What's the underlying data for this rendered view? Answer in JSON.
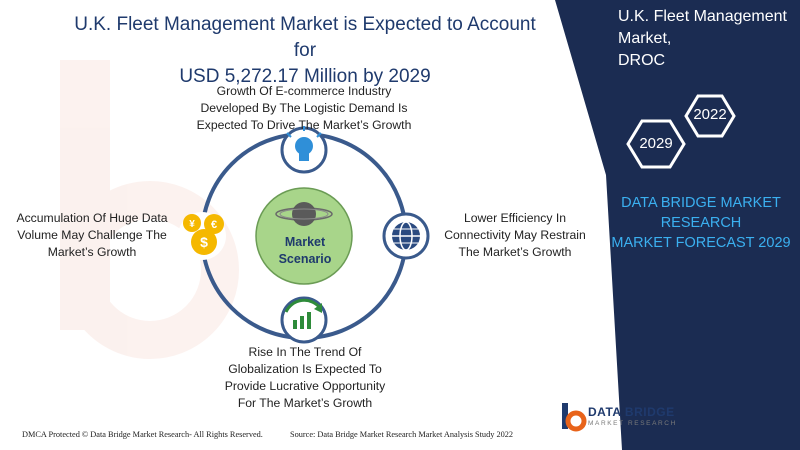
{
  "header": {
    "title_line1": "U.K. Fleet Management Market is Expected to Account for",
    "title_line2": "USD 5,272.17 Million by 2029"
  },
  "side_panel": {
    "title_line1": "U.K. Fleet Management Market,",
    "title_line2": "DROC",
    "hexagons": [
      {
        "label": "2022"
      },
      {
        "label": "2029"
      }
    ],
    "brand_line1": "DATA BRIDGE MARKET",
    "brand_line2": "RESEARCH",
    "brand_line3": "MARKET FORECAST 2029",
    "panel_color": "#1b2c52",
    "brand_color": "#3bb0f0"
  },
  "diagram": {
    "center_line1": "Market",
    "center_line2": "Scenario",
    "ring_color": "#3a5a8c",
    "center_color": "#a8d58a",
    "nodes": {
      "top": {
        "icon": "lightbulb-icon",
        "lines": [
          "Growth Of E-commerce Industry",
          "Developed By The Logistic Demand Is",
          "Expected To Drive The Market’s Growth"
        ]
      },
      "left": {
        "icon": "currency-coins-icon",
        "lines": [
          "Accumulation Of Huge Data",
          "Volume May Challenge The",
          "Market’s Growth"
        ]
      },
      "right": {
        "icon": "globe-icon",
        "lines": [
          "Lower Efficiency In",
          "Connectivity May Restrain",
          "The Market’s Growth"
        ]
      },
      "bottom": {
        "icon": "growth-chart-icon",
        "lines": [
          "Rise In The Trend Of",
          "Globalization Is Expected To",
          "Provide Lucrative Opportunity",
          "For The Market’s Growth"
        ]
      }
    }
  },
  "footer": {
    "copyright": "DMCA Protected © Data Bridge Market Research- All Rights Reserved.",
    "source": "Source: Data Bridge Market Research Market Analysis Study 2022"
  },
  "logo": {
    "name": "DATA BRIDGE",
    "tagline": "MARKET RESEARCH"
  }
}
